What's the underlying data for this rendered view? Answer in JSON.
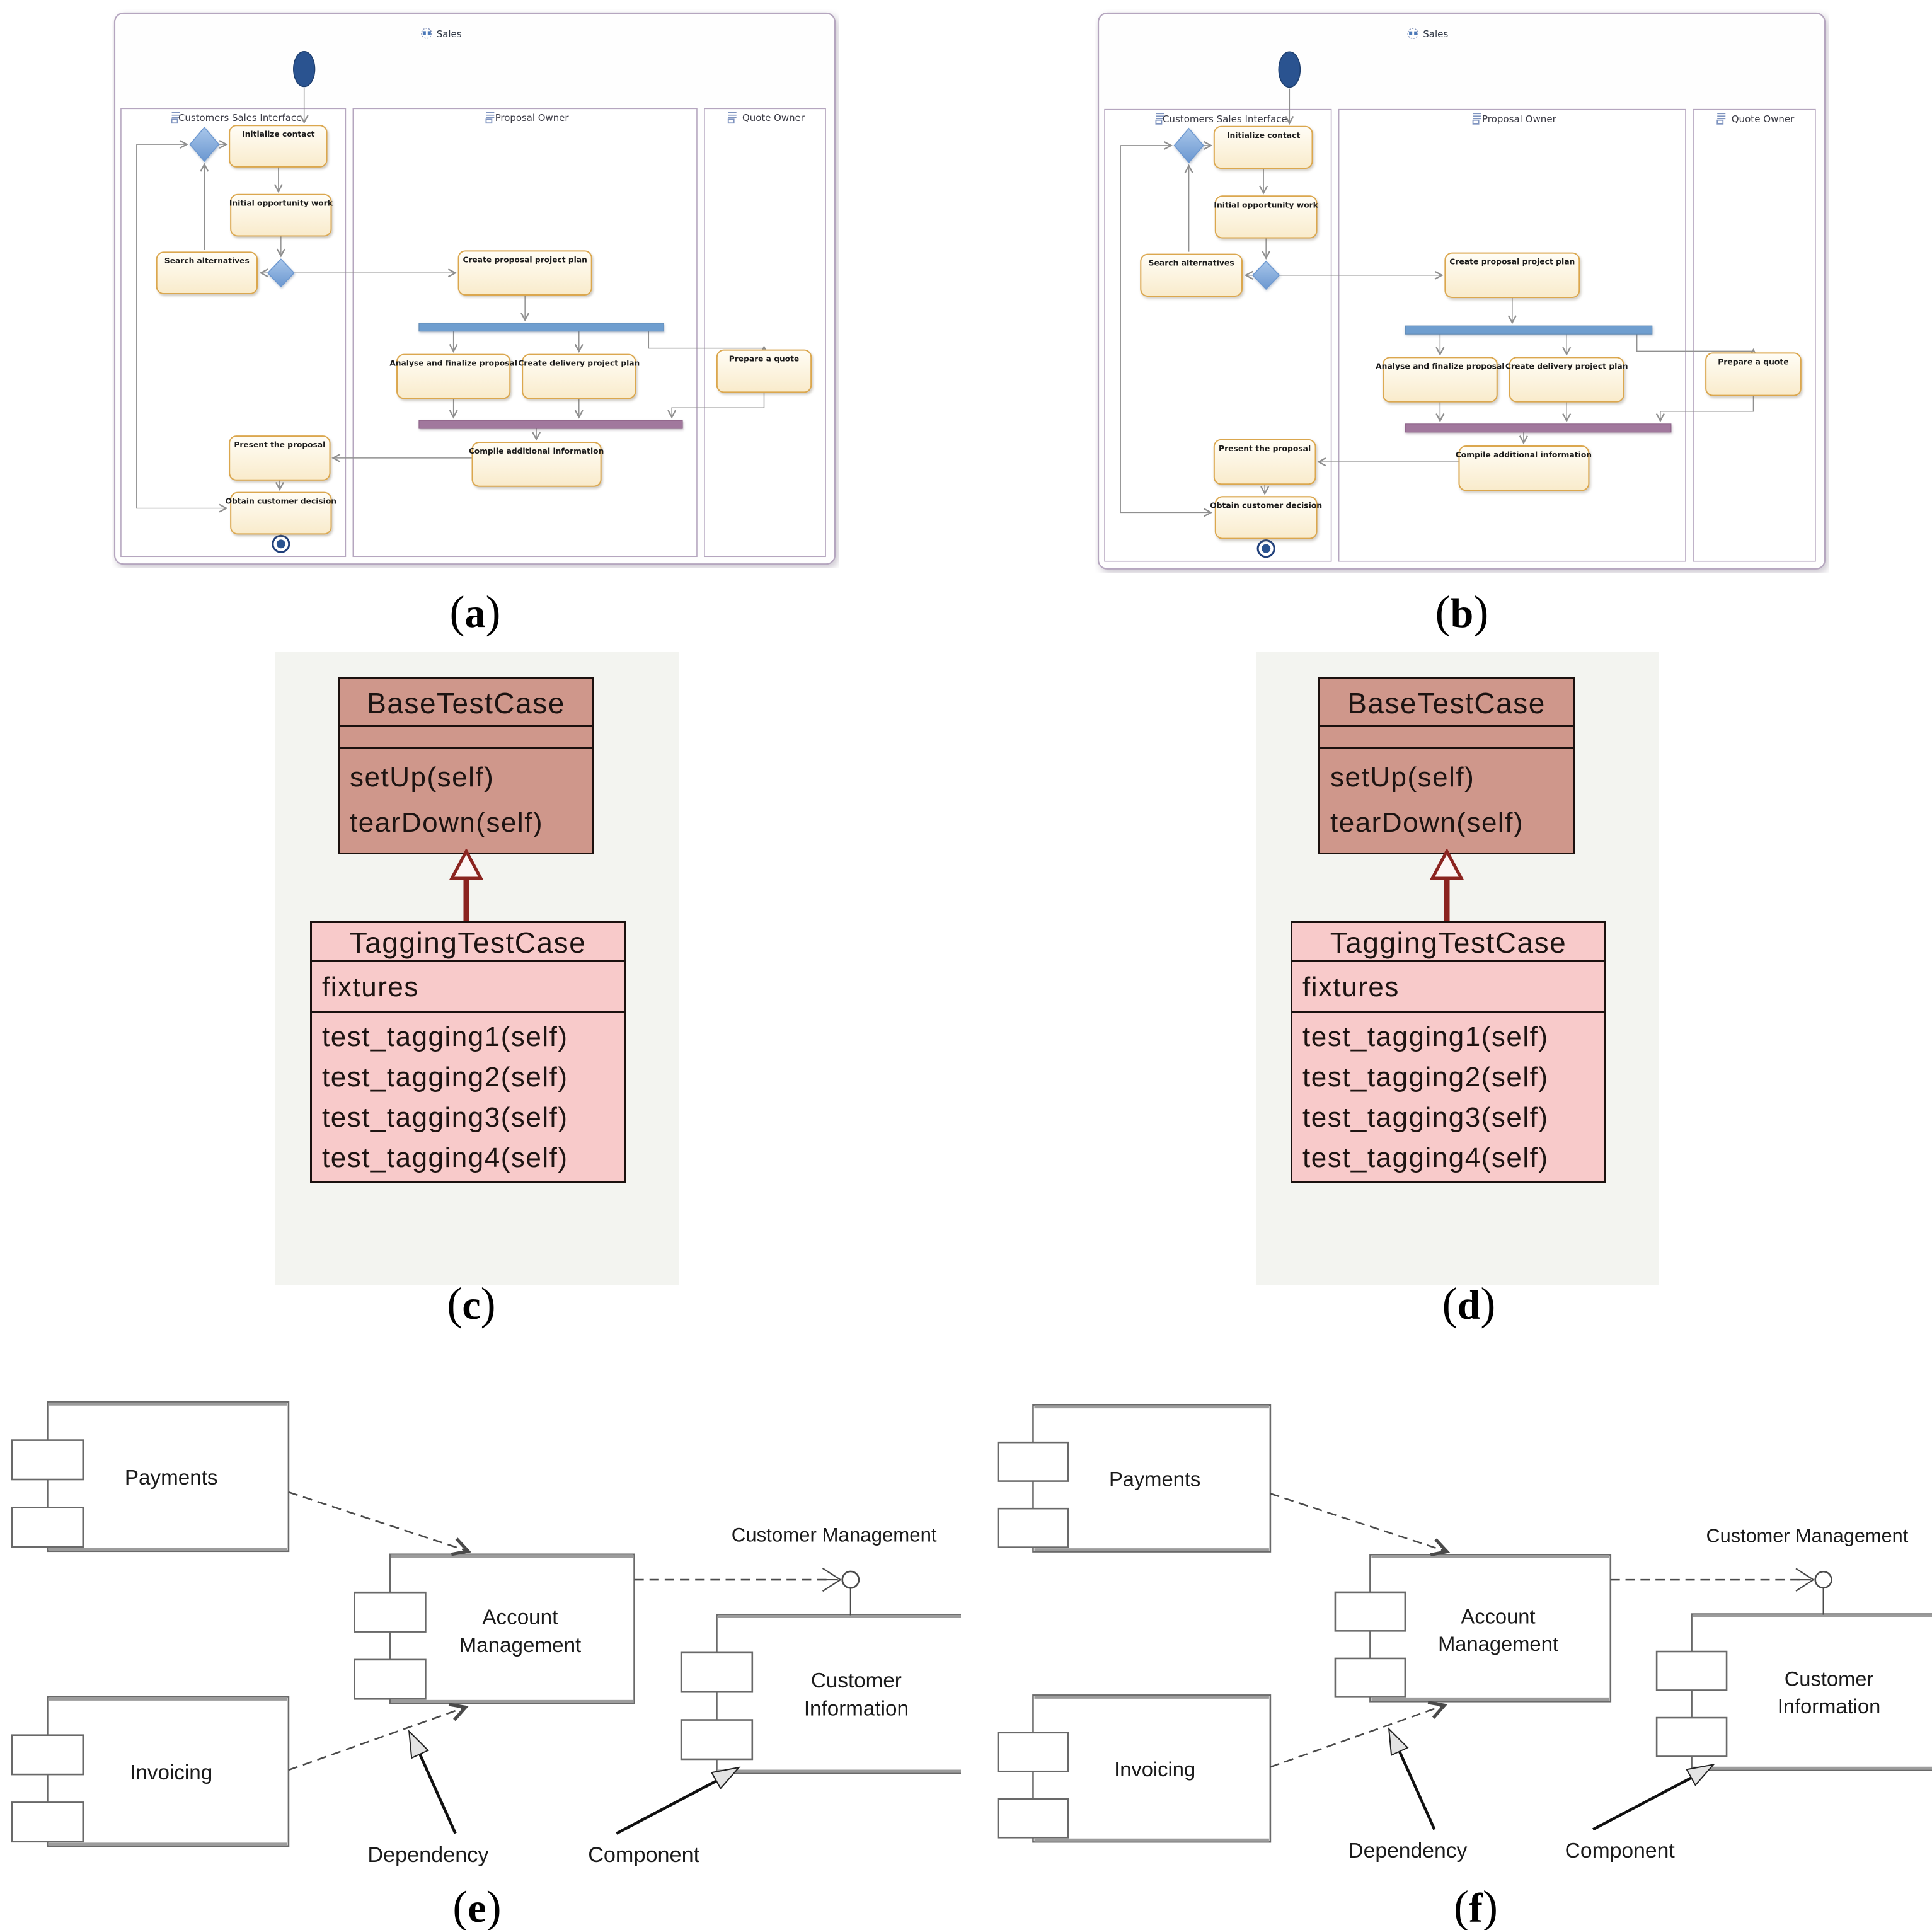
{
  "figure": {
    "captions": {
      "open": "(",
      "close": ")",
      "letters": {
        "a": "a",
        "b": "b",
        "c": "c",
        "d": "d",
        "e": "e",
        "f": "f"
      }
    }
  },
  "activity": {
    "title": "Sales",
    "lanes": {
      "lane1": "Customers Sales Interface",
      "lane2": "Proposal Owner",
      "lane3": "Quote Owner"
    },
    "nodes": {
      "initialize_contact": "Initialize contact",
      "initial_opportunity_work": "Initial opportunity work",
      "search_alternatives": "Search alternatives",
      "create_proposal_project_plan": "Create proposal project plan",
      "analyse_and_finalize_proposal": "Analyse and finalize proposal",
      "create_delivery_project_plan": "Create delivery project plan",
      "prepare_a_quote": "Prepare a quote",
      "compile_additional_information": "Compile additional information",
      "present_the_proposal": "Present the proposal",
      "obtain_customer_decision": "Obtain customer decision"
    },
    "colors": {
      "node_fill": "#faeccd",
      "node_border": "#dba74e",
      "fork_bar": "#6f9ecf",
      "join_bar": "#a1789d",
      "decision": "#7ba4da",
      "initial_node": "#2a5390",
      "frame_border": "#b5a6bf",
      "arrow": "#909090"
    }
  },
  "class_diagram": {
    "base": {
      "name": "BaseTestCase",
      "methods": [
        "setUp(self)",
        "tearDown(self)"
      ]
    },
    "tagging": {
      "name": "TaggingTestCase",
      "attributes": [
        "fixtures"
      ],
      "methods": [
        "test_tagging1(self)",
        "test_tagging2(self)",
        "test_tagging3(self)",
        "test_tagging4(self)"
      ]
    },
    "colors": {
      "base_fill": "#cf978b",
      "tagging_fill": "#f8caca",
      "border": "#1a100e",
      "inheritance_arrow": "#8b2420"
    }
  },
  "component_diagram": {
    "payments": "Payments",
    "invoicing": "Invoicing",
    "account_line1": "Account",
    "account_line2": "Management",
    "customer_line1": "Customer",
    "customer_line2": "Information",
    "interface_label": "Customer Management",
    "dependency_label": "Dependency",
    "component_label": "Component",
    "colors": {
      "line": "#4a4a4a",
      "box_border": "#696969",
      "note_head_fill": "#e3e3e3"
    }
  }
}
